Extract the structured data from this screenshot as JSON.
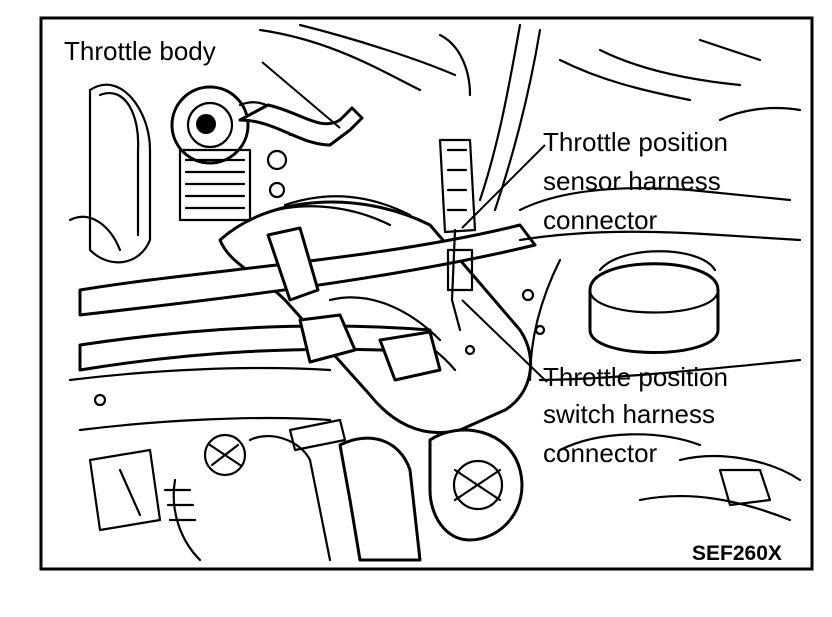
{
  "labels": {
    "throttle_body": "Throttle body",
    "tps_harness_line1": "Throttle position",
    "tps_harness_line2": "sensor harness",
    "tps_harness_line3": "connector",
    "tpsw_harness_line1": "Throttle position",
    "tpsw_harness_line2": "switch harness",
    "tpsw_harness_line3": "connector"
  },
  "figure_code": "SEF260X",
  "colors": {
    "ink": "#000000",
    "paper": "#ffffff"
  }
}
